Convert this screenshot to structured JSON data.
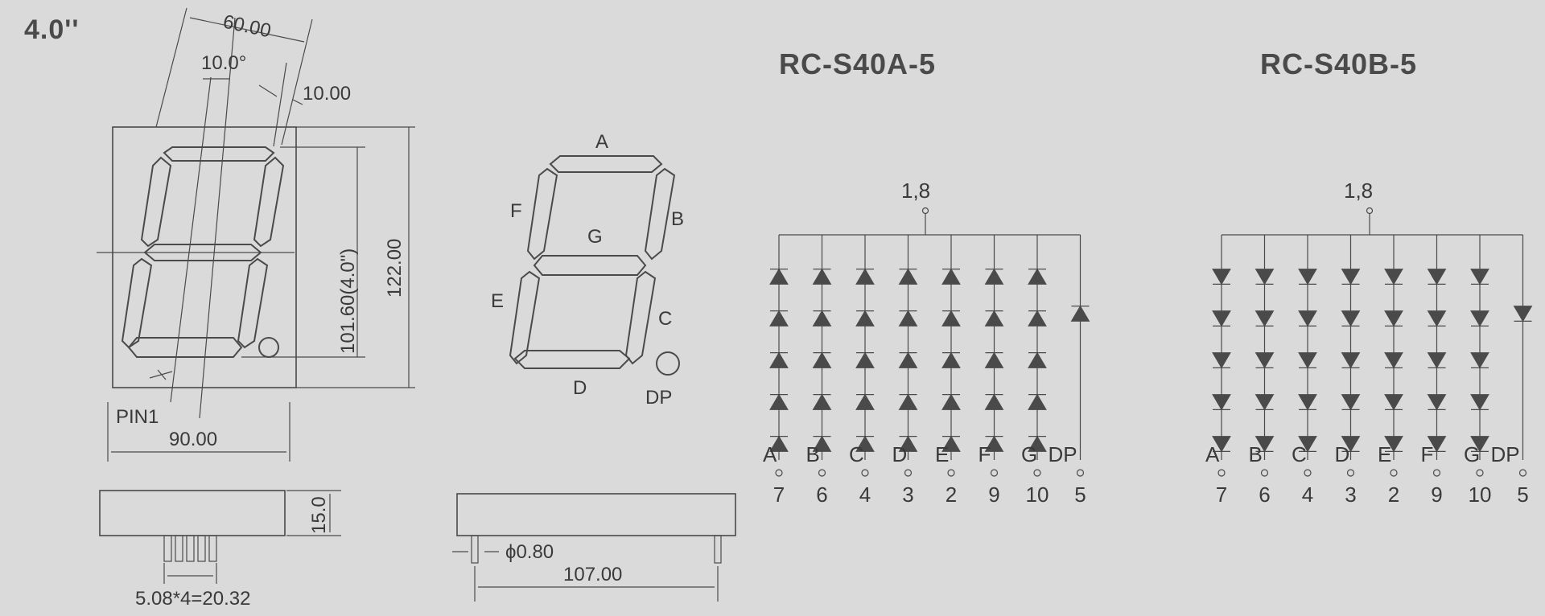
{
  "size_label": "4.0''",
  "front_view": {
    "dim_width_top": "60.00",
    "dim_angle": "10.0°",
    "dim_offset": "10.00",
    "dim_digit_height": "101.60(4.0\")",
    "dim_height": "122.00",
    "pin1_label": "PIN1",
    "dim_width": "90.00"
  },
  "side_view": {
    "dim_depth": "15.0",
    "dim_pitch": "5.08*4=20.32"
  },
  "bottom_view": {
    "dim_pin_dia": "ϕ0.80",
    "dim_length": "107.00"
  },
  "segment_labels": {
    "a": "A",
    "b": "B",
    "c": "C",
    "d": "D",
    "e": "E",
    "f": "F",
    "g": "G",
    "dp": "DP"
  },
  "circuits": [
    {
      "title": "RC-S40A-5",
      "common_pin": "1,8",
      "polarity": "anode-up",
      "segments": [
        "A",
        "B",
        "C",
        "D",
        "E",
        "F",
        "G",
        "DP"
      ],
      "pins": [
        "7",
        "6",
        "4",
        "3",
        "2",
        "9",
        "10",
        "5"
      ]
    },
    {
      "title": "RC-S40B-5",
      "common_pin": "1,8",
      "polarity": "cathode-up",
      "segments": [
        "A",
        "B",
        "C",
        "D",
        "E",
        "F",
        "G",
        "DP"
      ],
      "pins": [
        "7",
        "6",
        "4",
        "3",
        "2",
        "9",
        "10",
        "5"
      ]
    }
  ]
}
